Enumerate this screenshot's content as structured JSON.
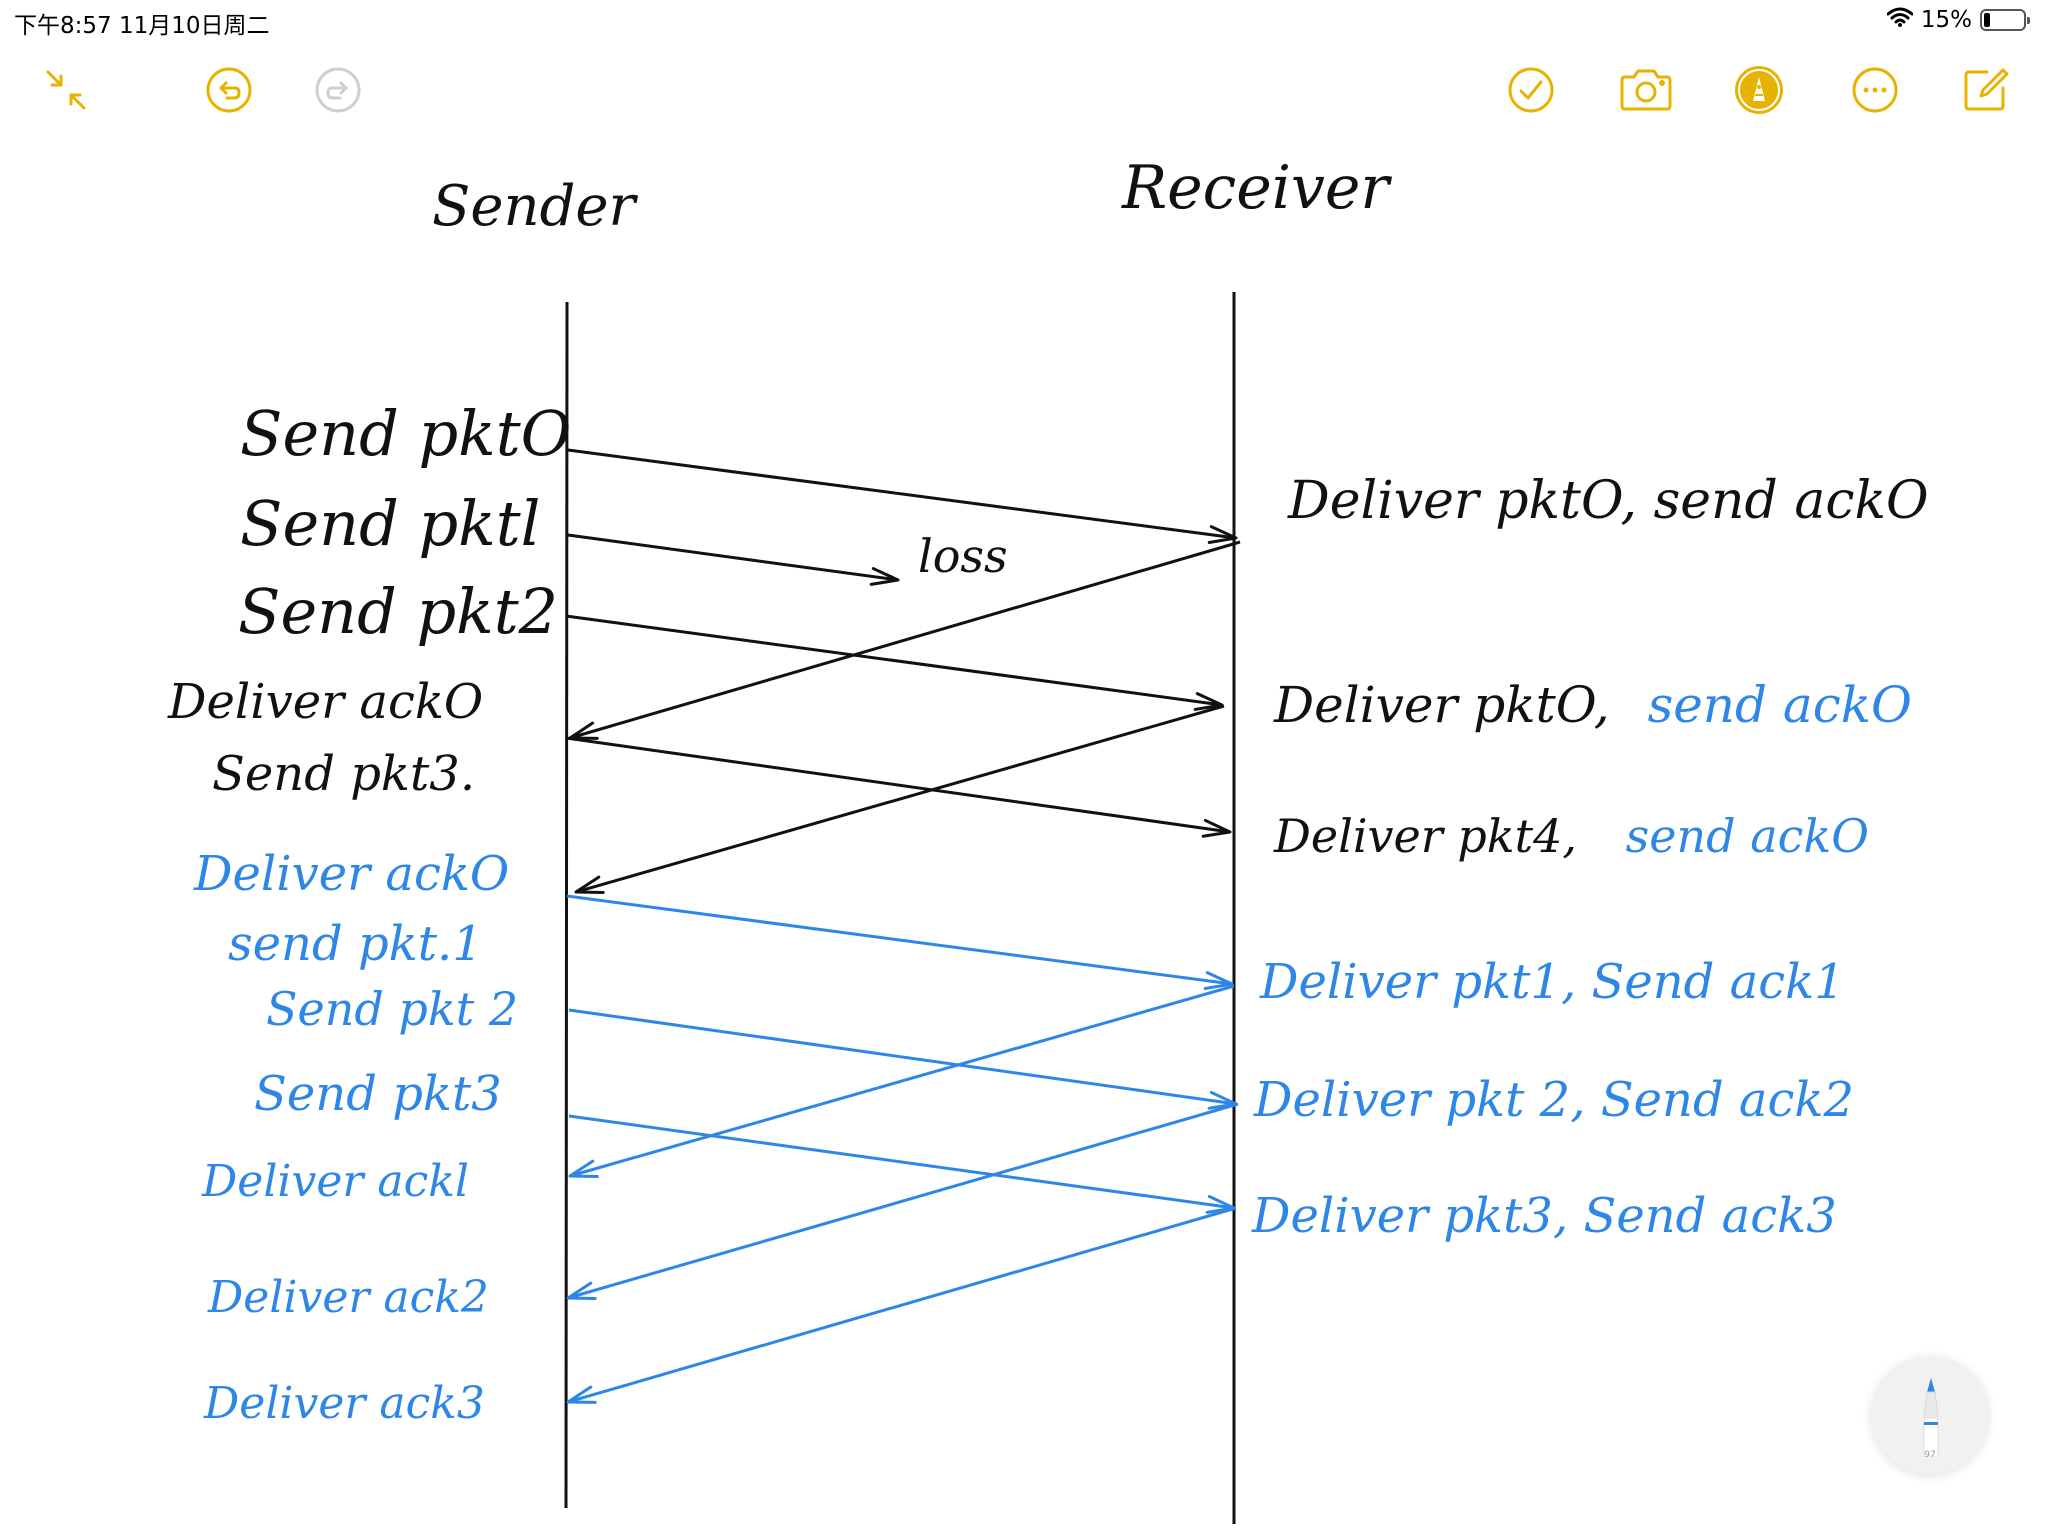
{
  "status_bar": {
    "time_date": "下午8:57   11月10日周二",
    "battery_percent": "15%",
    "battery_level": 0.15
  },
  "toolbar": {
    "accent_color": "#e8b200",
    "icons": [
      "collapse-icon",
      "undo-icon",
      "redo-icon",
      "markup-check-icon",
      "camera-icon",
      "pen-tool-icon",
      "more-icon",
      "compose-icon"
    ]
  },
  "colors": {
    "ink_black": "#111111",
    "ink_blue": "#2e86e6"
  },
  "diagram": {
    "sender_header": "Sender",
    "receiver_header": "Receiver",
    "loss_label": "loss",
    "sender_notes": [
      {
        "text": "Send pktO",
        "color": "black"
      },
      {
        "text": "Send pktl",
        "color": "black"
      },
      {
        "text": "Send pkt2",
        "color": "black"
      },
      {
        "text": "Deliver ackO",
        "color": "black"
      },
      {
        "text": "Send pkt3.",
        "color": "black"
      },
      {
        "text": "Deliver ackO",
        "color": "blue"
      },
      {
        "text": "send pkt.1",
        "color": "blue"
      },
      {
        "text": "Send pkt 2",
        "color": "blue"
      },
      {
        "text": "Send pkt3",
        "color": "blue"
      },
      {
        "text": "Deliver ackl",
        "color": "blue"
      },
      {
        "text": "Deliver ack2",
        "color": "blue"
      },
      {
        "text": "Deliver ack3",
        "color": "blue"
      }
    ],
    "receiver_notes": [
      {
        "parts": [
          {
            "text": "Deliver pktO, send ackO",
            "color": "black"
          }
        ]
      },
      {
        "parts": [
          {
            "text": "Deliver pktO,",
            "color": "black"
          },
          {
            "text": "send ackO",
            "color": "blue"
          }
        ]
      },
      {
        "parts": [
          {
            "text": "Deliver pkt4,",
            "color": "black"
          },
          {
            "text": "send ackO",
            "color": "blue"
          }
        ]
      },
      {
        "parts": [
          {
            "text": "Deliver pkt1, Send ack1",
            "color": "blue"
          }
        ]
      },
      {
        "parts": [
          {
            "text": "Deliver pkt 2, Send ack2",
            "color": "blue"
          }
        ]
      },
      {
        "parts": [
          {
            "text": "Deliver pkt3, Send ack3",
            "color": "blue"
          }
        ]
      }
    ]
  },
  "pencil": {
    "label": "97"
  }
}
